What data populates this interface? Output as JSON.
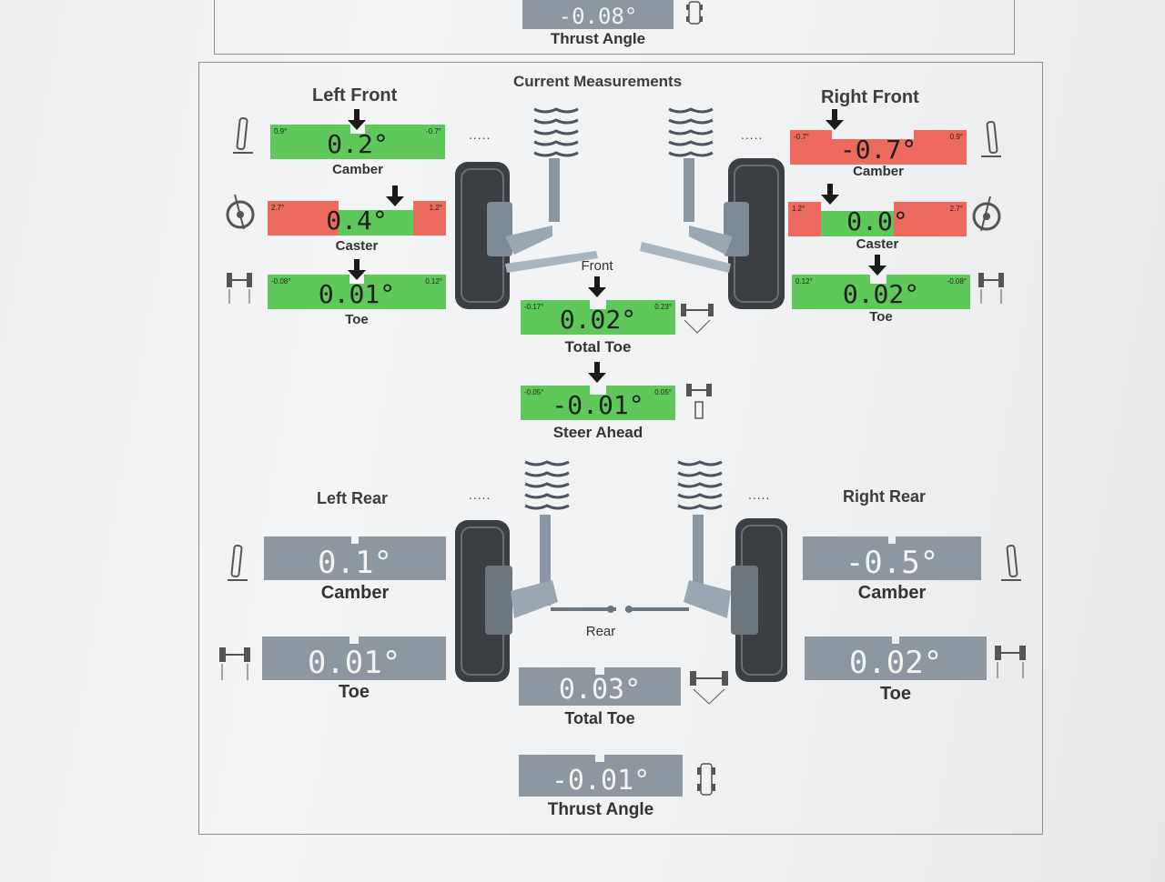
{
  "colors": {
    "green": "#5ec95a",
    "red": "#ec6a5e",
    "gray": "#8e969f"
  },
  "dots": ".....",
  "top_section": {
    "thrust_angle": {
      "label": "Thrust Angle",
      "value": "-0.08°"
    }
  },
  "heading": "Current Measurements",
  "front": {
    "axle_label": "Front",
    "left": {
      "title": "Left Front",
      "camber": {
        "label": "Camber",
        "value": "0.2°",
        "min": "0.9°",
        "max": "-0.7°",
        "status": "green"
      },
      "caster": {
        "label": "Caster",
        "value": "0.4°",
        "min": "2.7°",
        "max": "1.2°",
        "status": "red"
      },
      "toe": {
        "label": "Toe",
        "value": "0.01°",
        "min": "-0.08°",
        "max": "0.12°",
        "status": "green"
      }
    },
    "right": {
      "title": "Right Front",
      "camber": {
        "label": "Camber",
        "value": "-0.7°",
        "min": "-0.7°",
        "max": "0.9°",
        "status": "red"
      },
      "caster": {
        "label": "Caster",
        "value": "0.0°",
        "min": "1.2°",
        "max": "2.7°",
        "status": "red"
      },
      "toe": {
        "label": "Toe",
        "value": "0.02°",
        "min": "0.12°",
        "max": "-0.08°",
        "status": "green"
      }
    },
    "total_toe": {
      "label": "Total Toe",
      "value": "0.02°",
      "min": "-0.17°",
      "max": "0.23°",
      "status": "green"
    },
    "steer_ahead": {
      "label": "Steer Ahead",
      "value": "-0.01°",
      "min": "-0.05°",
      "max": "0.05°",
      "status": "green"
    }
  },
  "rear": {
    "axle_label": "Rear",
    "left": {
      "title": "Left Rear",
      "camber": {
        "label": "Camber",
        "value": "0.1°"
      },
      "toe": {
        "label": "Toe",
        "value": "0.01°"
      }
    },
    "right": {
      "title": "Right Rear",
      "camber": {
        "label": "Camber",
        "value": "-0.5°"
      },
      "toe": {
        "label": "Toe",
        "value": "0.02°"
      }
    },
    "total_toe": {
      "label": "Total Toe",
      "value": "0.03°"
    },
    "thrust_angle": {
      "label": "Thrust Angle",
      "value": "-0.01°"
    }
  }
}
